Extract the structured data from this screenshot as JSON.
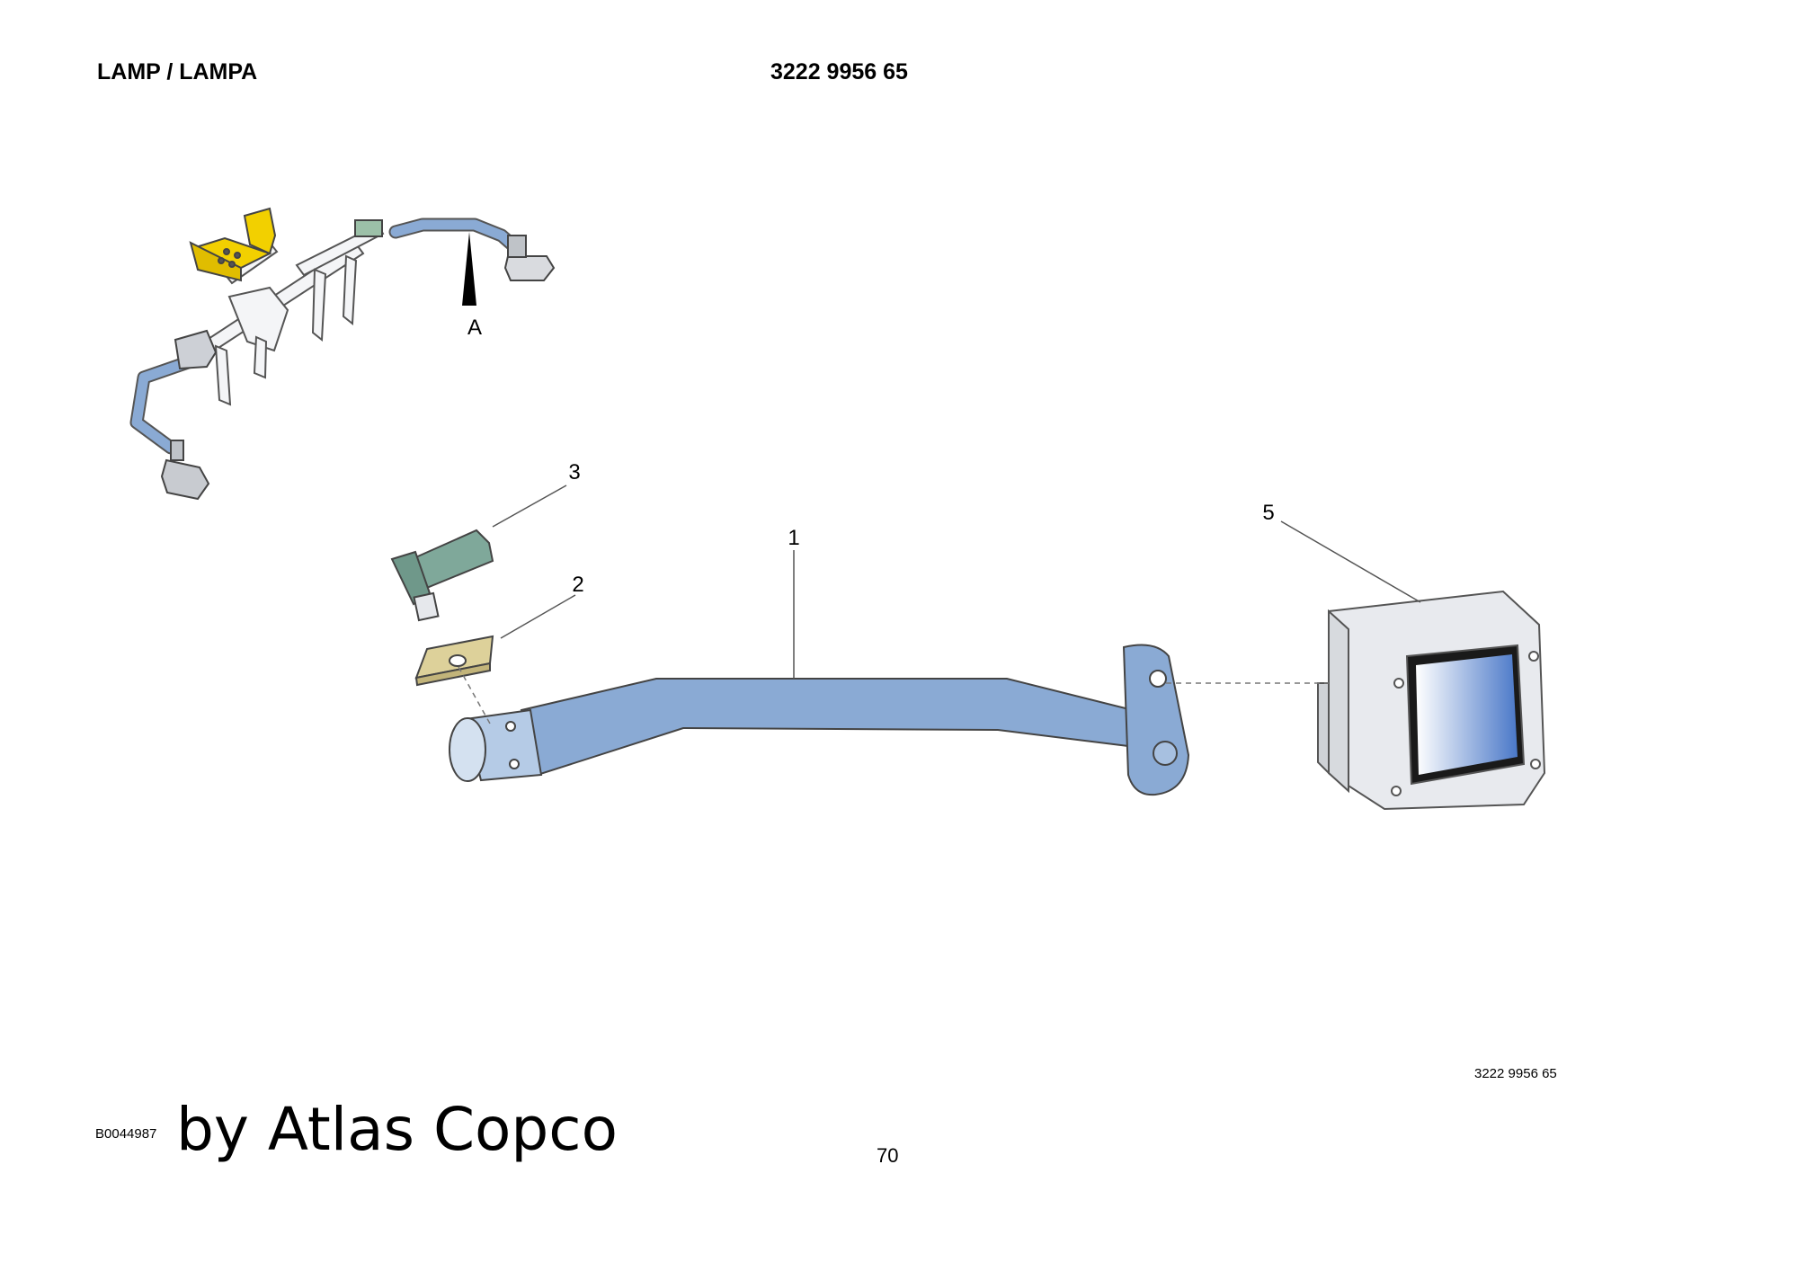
{
  "header": {
    "title": "LAMP / LAMPA",
    "part_number": "3222 9956 65"
  },
  "overview": {
    "view_label": "A"
  },
  "callouts": [
    "1",
    "2",
    "3",
    "5"
  ],
  "footer": {
    "part_number": "3222 9956 65",
    "reference": "B0044987",
    "brand": "by Atlas Copco",
    "page": "70"
  },
  "colors": {
    "tube_blue": "#8aaad4",
    "bracket_yellow": "#f2d000",
    "nut_tan": "#ddd19a",
    "knob_green": "#7fa89a",
    "lamp_gray": "#e8eaee",
    "line": "#333333"
  }
}
